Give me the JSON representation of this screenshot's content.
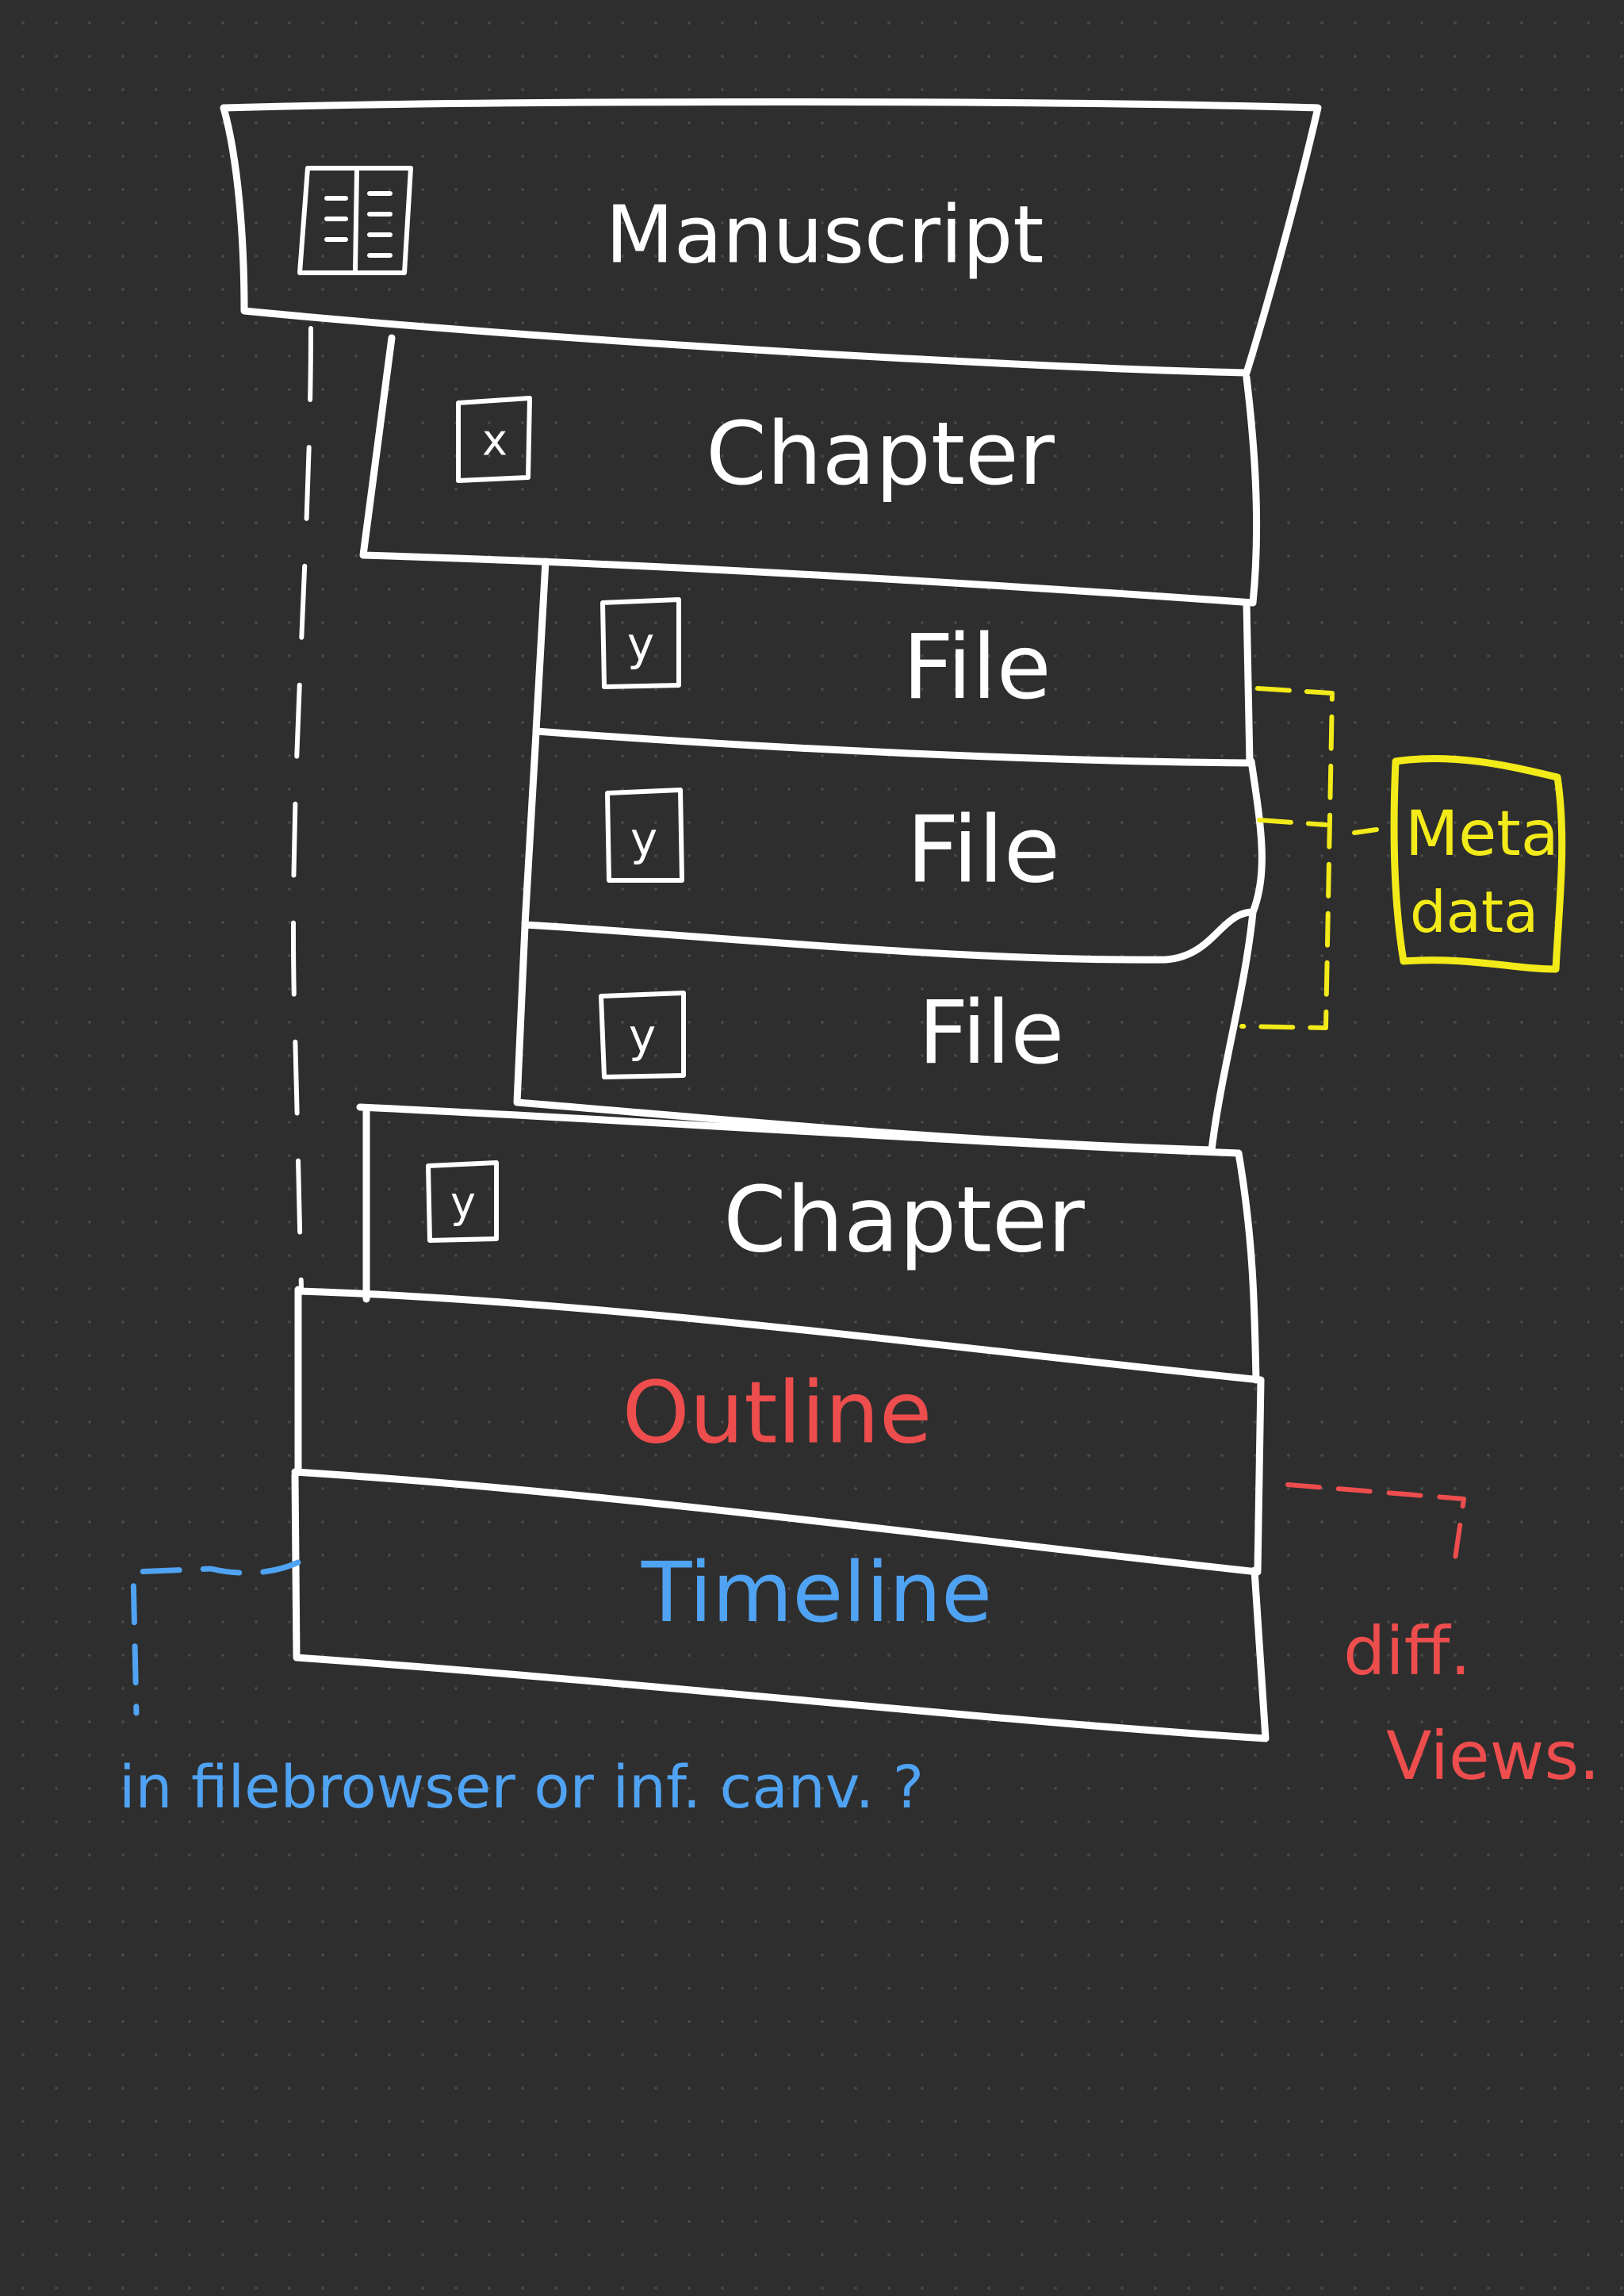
{
  "diagram": {
    "blocks": [
      {
        "id": "manuscript",
        "label": "Manuscript",
        "icon": "book-icon"
      },
      {
        "id": "chapter-1",
        "label": "Chapter",
        "icon_text": "x"
      },
      {
        "id": "file-1",
        "label": "File",
        "icon_text": "y"
      },
      {
        "id": "file-2",
        "label": "File",
        "icon_text": "y"
      },
      {
        "id": "file-3",
        "label": "File",
        "icon_text": "y"
      },
      {
        "id": "chapter-2",
        "label": "Chapter",
        "icon_text": "y"
      },
      {
        "id": "outline",
        "label": "Outline"
      },
      {
        "id": "timeline",
        "label": "Timeline"
      }
    ],
    "notes": {
      "metadata_line1": "Meta",
      "metadata_line2": "data",
      "views_line1": "diff.",
      "views_line2": "Views.",
      "timeline_note": "in filebrowser or inf. canv. ?"
    },
    "colors": {
      "background": "#2e2e2e",
      "ink": "#ffffff",
      "metadata": "#f2ea19",
      "views": "#ee4d4d",
      "timeline": "#4fa3f2"
    }
  }
}
